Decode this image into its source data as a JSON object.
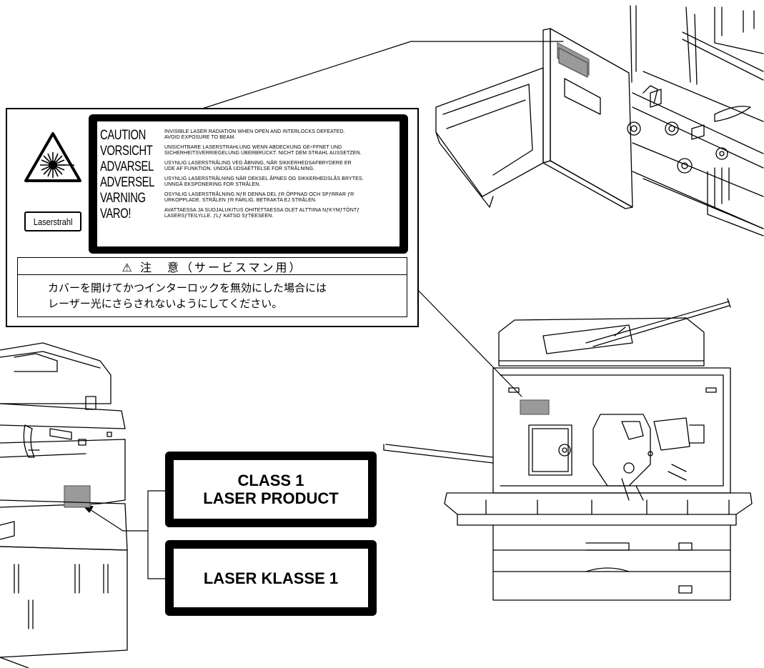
{
  "caution_label": {
    "tag": "Laserstrahl",
    "warnings": [
      {
        "head": "CAUTION",
        "lines": [
          "INVISIBLE LASER RADIATION WHEN OPEN AND INTERLOCKS DEFEATED.",
          "AVOID EXPOSURE TO BEAM."
        ]
      },
      {
        "head": "VORSICHT",
        "lines": [
          "UNSICHTBARE LASERSTRAHLUNG WENN ABDECKUNG GE÷FFNET UND",
          "SICHERHEITSVERRIEGELUNG ÜBERBRÜCKT. NICHT DEM STRAHL AUSSETZEN."
        ]
      },
      {
        "head": "ADVARSEL",
        "lines": [
          "USYNLIG LASERSTRÅLING VED ÅBNING, NÅR SIKKERHEDSAFBRYDERE ER",
          "UDE AF FUNKTION. UNDGÅ UDSAETTELSE FOR STRÅLNING."
        ]
      },
      {
        "head": "ADVERSEL",
        "lines": [
          "USYNLIG LASERSTRÅLNING NÅR DEKSEL ÅPNES OG SIKKERHEDSLÅS BRYTES.",
          "UNNGÅ EKSPONERING FOR STRÅLEN."
        ]
      },
      {
        "head": "VARNING",
        "lines": [
          "OSYNLIG LASERSTRÅLNING NƒR DENNA DEL ƒR ÖPPNAD OCH SPƒRRAR ƒR",
          "URKOPPLADE. STRÅLEN ƒR FARLIG. BETRAKTA EJ STRÅLEN."
        ]
      },
      {
        "head": "VARO!",
        "lines": [
          "AVATTAESSA JA SUOJALUKITUS OHITETTAESSA OLET ALTTIINA NƒKYMƒTÖNTƒ",
          "LASERSƒTEILYLLE. ƒLƒ KATSO SƒTEESEEN."
        ]
      }
    ],
    "jp_title": "⚠ 注　意（サービスマン用）",
    "jp_body": [
      "カバーを開けてかつインターロックを無効にした場合には",
      "レーザー光にさらされないようにしてください。"
    ]
  },
  "class_labels": [
    {
      "lines": [
        "CLASS 1",
        "LASER PRODUCT"
      ]
    },
    {
      "lines": [
        "LASER KLASSE 1"
      ]
    }
  ]
}
